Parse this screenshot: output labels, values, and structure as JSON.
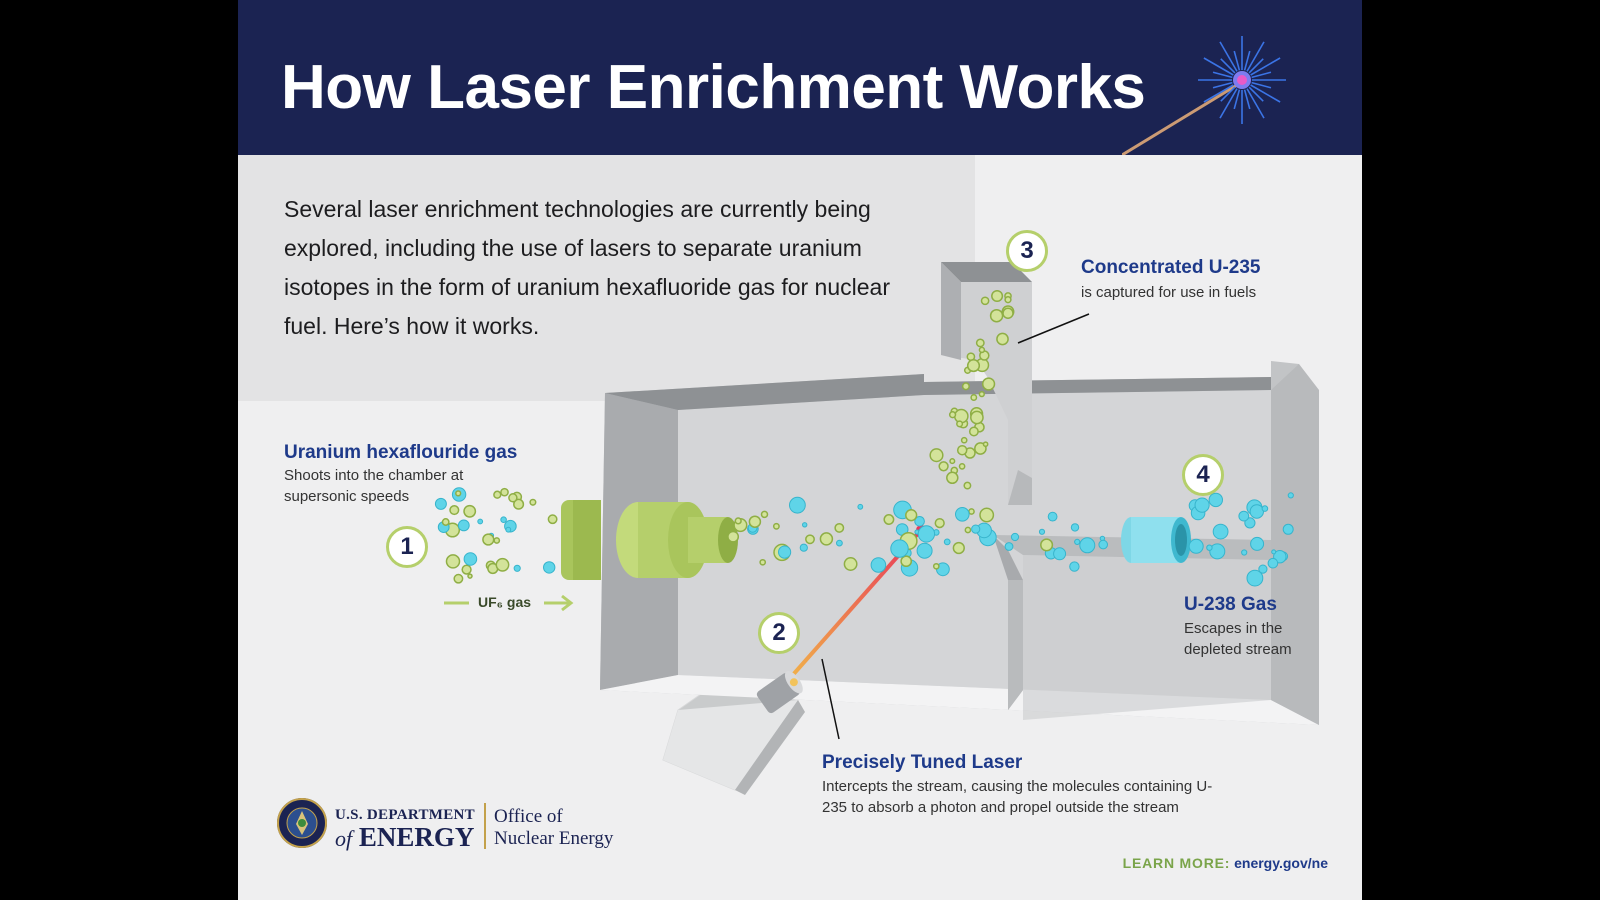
{
  "title": "How Laser Enrichment Works",
  "intro": "Several laser enrichment technologies are currently being explored, including the use of lasers to separate uranium isotopes in the form of uranium hexafluoride gas for nuclear fuel. Here’s how it works.",
  "steps": [
    {
      "number": "1",
      "title": "Uranium hexaflouride gas",
      "description": "Shoots into the chamber at supersonic speeds"
    },
    {
      "number": "2",
      "title": "Precisely Tuned Laser",
      "description": "Intercepts the stream, causing the molecules containing U-235 to absorb a photon and propel outside the stream"
    },
    {
      "number": "3",
      "title": "Concentrated U-235",
      "description": "is captured for use in fuels"
    },
    {
      "number": "4",
      "title": "U-238 Gas",
      "description": "Escapes in the depleted stream"
    }
  ],
  "flow_label": "UF₆ gas",
  "footer": {
    "dept_top": "U.S. DEPARTMENT",
    "dept_of": "of",
    "dept_main": "ENERGY",
    "office_line1": "Office of",
    "office_line2": "Nuclear Energy",
    "learn_more_label": "LEARN MORE:",
    "learn_more_url": "energy.gov/ne"
  },
  "colors": {
    "header_navy": "#1b2352",
    "label_blue": "#1e3a8a",
    "u235_green": "#b5cf6b",
    "u238_cyan": "#5fd4e8",
    "laser_red": "#e8355a",
    "accent_green": "#7aa44a"
  },
  "icons": [
    "laser-burst-icon",
    "doe-seal-icon",
    "arrow-right-icon"
  ]
}
